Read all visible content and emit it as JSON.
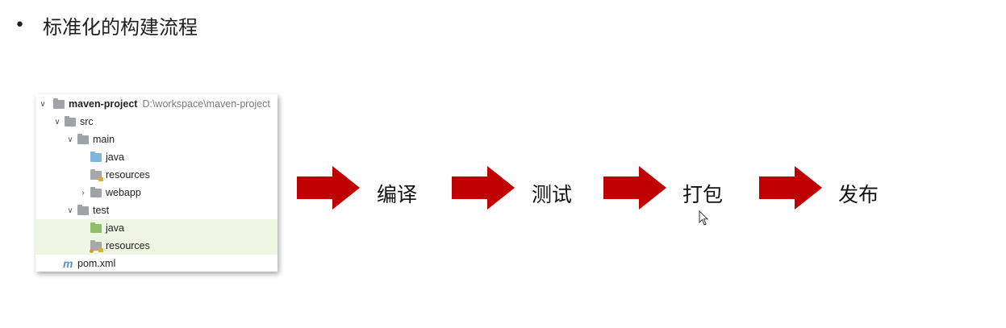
{
  "slide": {
    "bullet": "•",
    "heading": "标准化的构建流程"
  },
  "tree": {
    "root": {
      "name": "maven-project",
      "path": "D:\\workspace\\maven-project"
    },
    "items": [
      {
        "label": "src"
      },
      {
        "label": "main"
      },
      {
        "label": "java"
      },
      {
        "label": "resources"
      },
      {
        "label": "webapp"
      },
      {
        "label": "test"
      },
      {
        "label": "java"
      },
      {
        "label": "resources"
      },
      {
        "label": "pom.xml"
      }
    ]
  },
  "flow": {
    "steps": [
      "编译",
      "测试",
      "打包",
      "发布"
    ],
    "arrow_color": "#c00000"
  }
}
